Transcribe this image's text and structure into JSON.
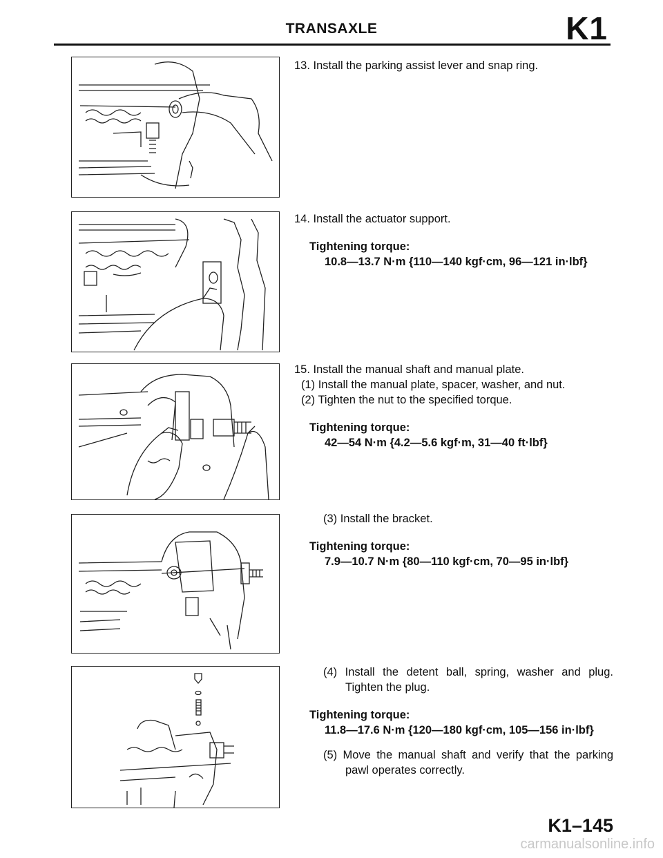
{
  "header": {
    "title": "TRANSAXLE",
    "code": "K1"
  },
  "figures": [
    {
      "icon": "parking-assist-lever-illustration"
    },
    {
      "icon": "actuator-support-illustration"
    },
    {
      "icon": "manual-shaft-plate-illustration"
    },
    {
      "icon": "bracket-illustration"
    },
    {
      "icon": "detent-ball-spring-plug-illustration"
    }
  ],
  "steps": {
    "s13": {
      "text": "13. Install the parking assist lever and snap ring."
    },
    "s14": {
      "text": "14. Install the actuator support.",
      "torque_label": "Tightening torque:",
      "torque_value": "10.8—13.7 N·m {110—140 kgf·cm, 96—121 in·lbf}"
    },
    "s15": {
      "text": "15. Install the manual shaft and manual plate.",
      "sub1": "(1) Install the manual plate, spacer, washer, and nut.",
      "sub2": "(2) Tighten the nut to the specified torque.",
      "torque_label": "Tightening torque:",
      "torque_value": "42—54 N·m {4.2—5.6 kgf·m, 31—40 ft·lbf}"
    },
    "s15_3": {
      "sub": "(3) Install the bracket.",
      "torque_label": "Tightening torque:",
      "torque_value": "7.9—10.7 N·m {80—110 kgf·cm, 70—95 in·lbf}"
    },
    "s15_4": {
      "sub": "(4) Install the detent ball, spring, washer and plug. Tighten the plug.",
      "torque_label": "Tightening torque:",
      "torque_value": "11.8—17.6 N·m {120—180 kgf·cm, 105—156 in·lbf}"
    },
    "s15_5": {
      "sub": "(5) Move the manual shaft and verify that the parking pawl operates correctly."
    }
  },
  "footer": {
    "page": "K1–145",
    "watermark": "carmanualsonline.info"
  }
}
